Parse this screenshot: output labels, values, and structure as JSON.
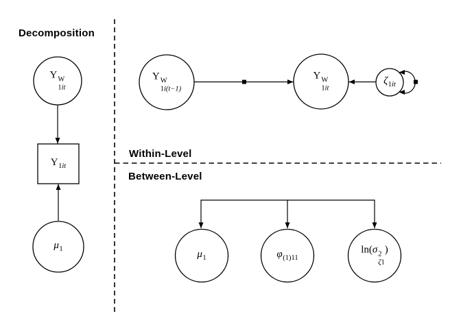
{
  "diagram": {
    "background": "#ffffff",
    "stroke_color": "#000000",
    "titles": {
      "decomposition": "Decomposition",
      "within": "Within-Level",
      "between": "Between-Level"
    },
    "nodes": {
      "decomp_within_component": {
        "shape": "circle",
        "base": "Y",
        "sup": "W",
        "sub_roman": "1",
        "sub_italic": "it"
      },
      "decomp_observed": {
        "shape": "square",
        "base": "Y",
        "sub_roman": "1",
        "sub_italic": "it"
      },
      "decomp_mean": {
        "shape": "circle",
        "base": "μ",
        "sub_roman": "1"
      },
      "within_lagged": {
        "shape": "circle",
        "base": "Y",
        "sup": "W",
        "sub_roman": "1",
        "sub_italic": "i(t−1)"
      },
      "within_current": {
        "shape": "circle",
        "base": "Y",
        "sup": "W",
        "sub_roman": "1",
        "sub_italic": "it"
      },
      "within_residual": {
        "shape": "circle",
        "base": "ζ",
        "sub_roman": "1",
        "sub_italic": "it"
      },
      "between_mean": {
        "shape": "circle",
        "base": "μ",
        "sub_roman": "1"
      },
      "between_autoregression": {
        "shape": "circle",
        "base": "φ",
        "sub_roman": "(1)11"
      },
      "between_log_residual_variance": {
        "shape": "circle",
        "prefix": "ln(",
        "base": "σ",
        "sup": "2",
        "sub_italic": "ζ",
        "sub_roman": "1",
        "suffix": ")"
      }
    }
  }
}
